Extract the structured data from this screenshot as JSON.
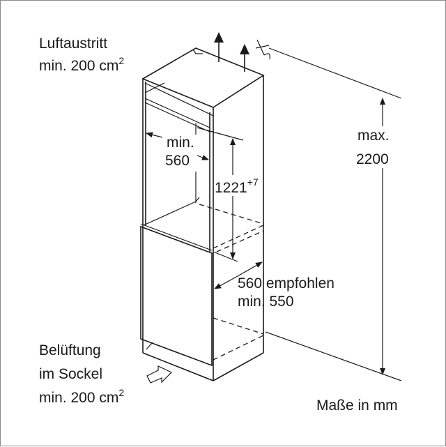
{
  "labels": {
    "air_outlet_title": "Luftaustritt",
    "air_outlet_min": "min. 200 cm",
    "air_outlet_sup": "2",
    "width_min": "min.",
    "width_value": "560",
    "niche_height": "1221",
    "niche_height_tol": "+7",
    "max_height_label": "max.",
    "max_height_value": "2200",
    "depth_recommended": "560 empfohlen",
    "depth_min": "min. 550",
    "plinth_vent_1": "Belüftung",
    "plinth_vent_2": "im Sockel",
    "plinth_vent_min": "min. 200 cm",
    "plinth_vent_sup": "2",
    "units_note": "Maße in mm"
  }
}
